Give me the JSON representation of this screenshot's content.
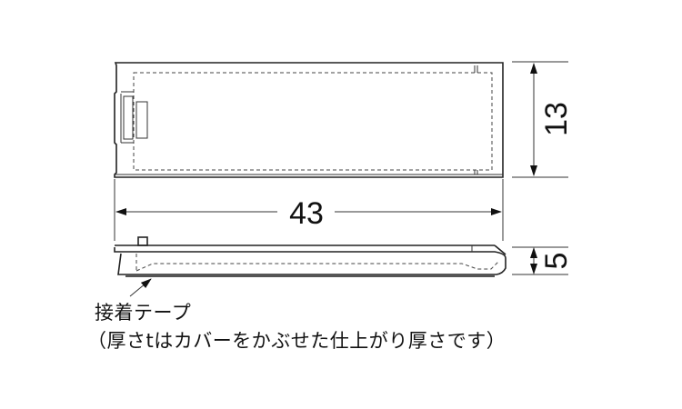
{
  "dimensions": {
    "width": "43",
    "height": "13",
    "thickness": "5"
  },
  "notes": {
    "label": "接着テープ",
    "remark": "（厚さtはカバーをかぶせた仕上がり厚さです）"
  }
}
